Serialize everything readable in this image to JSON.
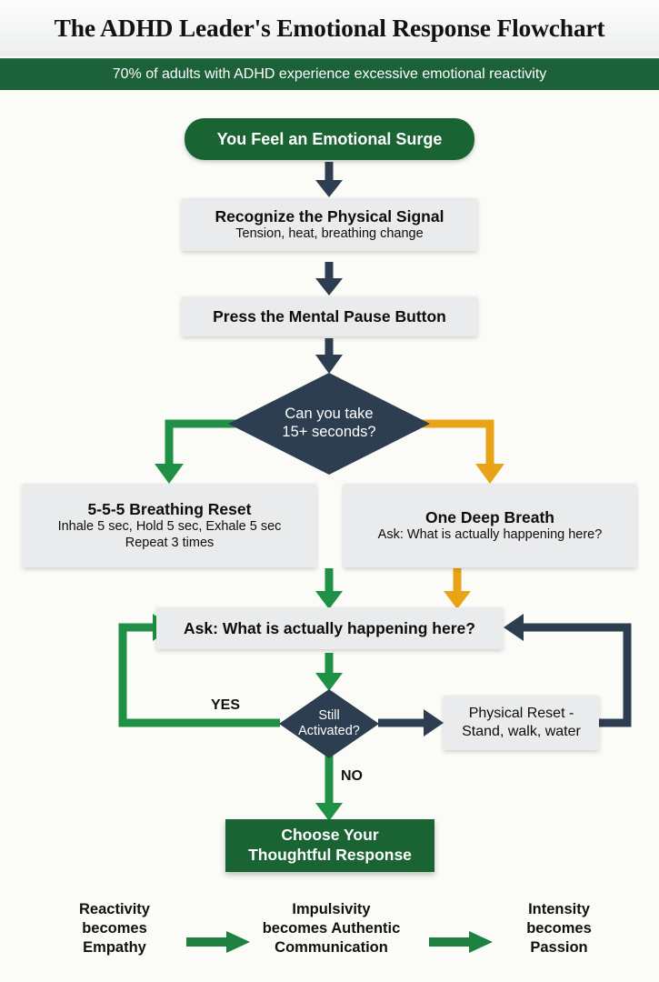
{
  "header": {
    "title": "The ADHD Leader's Emotional Response Flowchart",
    "subtitle": "70% of adults with ADHD experience excessive emotional reactivity"
  },
  "colors": {
    "dark_green": "#1a6333",
    "arrow_green": "#1e9146",
    "amber": "#e8a317",
    "navy": "#2d3e50",
    "gray_box": "#e9ebec",
    "page_bg": "#fbfbf8",
    "band_green": "#1c6139"
  },
  "nodes": {
    "start": {
      "label": "You Feel an Emotional Surge"
    },
    "recognize": {
      "title": "Recognize the Physical Signal",
      "subtitle": "Tension, heat, breathing change"
    },
    "pause": {
      "title": "Press the Mental Pause Button"
    },
    "decision_time": {
      "label": "Can you take\n15+ seconds?"
    },
    "breathing": {
      "title": "5-5-5 Breathing Reset",
      "line1": "Inhale 5 sec, Hold 5 sec, Exhale 5 sec",
      "line2": "Repeat 3 times"
    },
    "one_breath": {
      "title": "One Deep Breath",
      "subtitle": "Ask: What is actually happening here?"
    },
    "ask": {
      "title": "Ask: What is actually happening here?"
    },
    "decision_activated": {
      "label": "Still\nActivated?"
    },
    "physical_reset": {
      "line1": "Physical Reset -",
      "line2": "Stand, walk, water"
    },
    "choose": {
      "line1": "Choose Your",
      "line2": "Thoughtful Response"
    }
  },
  "edge_labels": {
    "yes": "YES",
    "no": "NO"
  },
  "footer": {
    "items": [
      {
        "text": "Reactivity\nbecomes\nEmpathy"
      },
      {
        "text": "Impulsivity\nbecomes Authentic\nCommunication"
      },
      {
        "text": "Intensity\nbecomes\nPassion"
      }
    ]
  },
  "chart_data": {
    "type": "flowchart",
    "title": "The ADHD Leader's Emotional Response Flowchart",
    "nodes": [
      {
        "id": "start",
        "shape": "pill",
        "fill": "#1a6333",
        "text": "You Feel an Emotional Surge"
      },
      {
        "id": "recognize",
        "shape": "rect",
        "fill": "#e9ebec",
        "text": "Recognize the Physical Signal / Tension, heat, breathing change"
      },
      {
        "id": "pause",
        "shape": "rect",
        "fill": "#e9ebec",
        "text": "Press the Mental Pause Button"
      },
      {
        "id": "decision_time",
        "shape": "diamond",
        "fill": "#2d3e50",
        "text": "Can you take 15+ seconds?"
      },
      {
        "id": "breathing",
        "shape": "rect",
        "fill": "#e9ebec",
        "text": "5-5-5 Breathing Reset / Inhale 5 sec, Hold 5 sec, Exhale 5 sec / Repeat 3 times"
      },
      {
        "id": "one_breath",
        "shape": "rect",
        "fill": "#e9ebec",
        "text": "One Deep Breath / Ask: What is actually happening here?"
      },
      {
        "id": "ask",
        "shape": "rect",
        "fill": "#e9ebec",
        "text": "Ask: What is actually happening here?"
      },
      {
        "id": "decision_activated",
        "shape": "diamond",
        "fill": "#2d3e50",
        "text": "Still Activated?"
      },
      {
        "id": "physical_reset",
        "shape": "rect",
        "fill": "#e9ebec",
        "text": "Physical Reset - Stand, walk, water"
      },
      {
        "id": "choose",
        "shape": "rect",
        "fill": "#1a6333",
        "text": "Choose Your Thoughtful Response"
      }
    ],
    "edges": [
      {
        "from": "start",
        "to": "recognize",
        "color": "#2d3e50",
        "label": ""
      },
      {
        "from": "recognize",
        "to": "pause",
        "color": "#2d3e50",
        "label": ""
      },
      {
        "from": "pause",
        "to": "decision_time",
        "color": "#2d3e50",
        "label": ""
      },
      {
        "from": "decision_time",
        "to": "breathing",
        "color": "#1e9146",
        "label": ""
      },
      {
        "from": "decision_time",
        "to": "one_breath",
        "color": "#e8a317",
        "label": ""
      },
      {
        "from": "breathing",
        "to": "ask",
        "color": "#1e9146",
        "label": ""
      },
      {
        "from": "one_breath",
        "to": "ask",
        "color": "#e8a317",
        "label": ""
      },
      {
        "from": "ask",
        "to": "decision_activated",
        "color": "#1e9146",
        "label": ""
      },
      {
        "from": "decision_activated",
        "to": "ask",
        "color": "#1e9146",
        "label": "YES"
      },
      {
        "from": "decision_activated",
        "to": "physical_reset",
        "color": "#2d3e50",
        "label": ""
      },
      {
        "from": "physical_reset",
        "to": "ask",
        "color": "#2d3e50",
        "label": ""
      },
      {
        "from": "decision_activated",
        "to": "choose",
        "color": "#1e9146",
        "label": "NO"
      }
    ],
    "footer_sequence": [
      "Reactivity becomes Empathy",
      "Impulsivity becomes Authentic Communication",
      "Intensity becomes Passion"
    ]
  }
}
